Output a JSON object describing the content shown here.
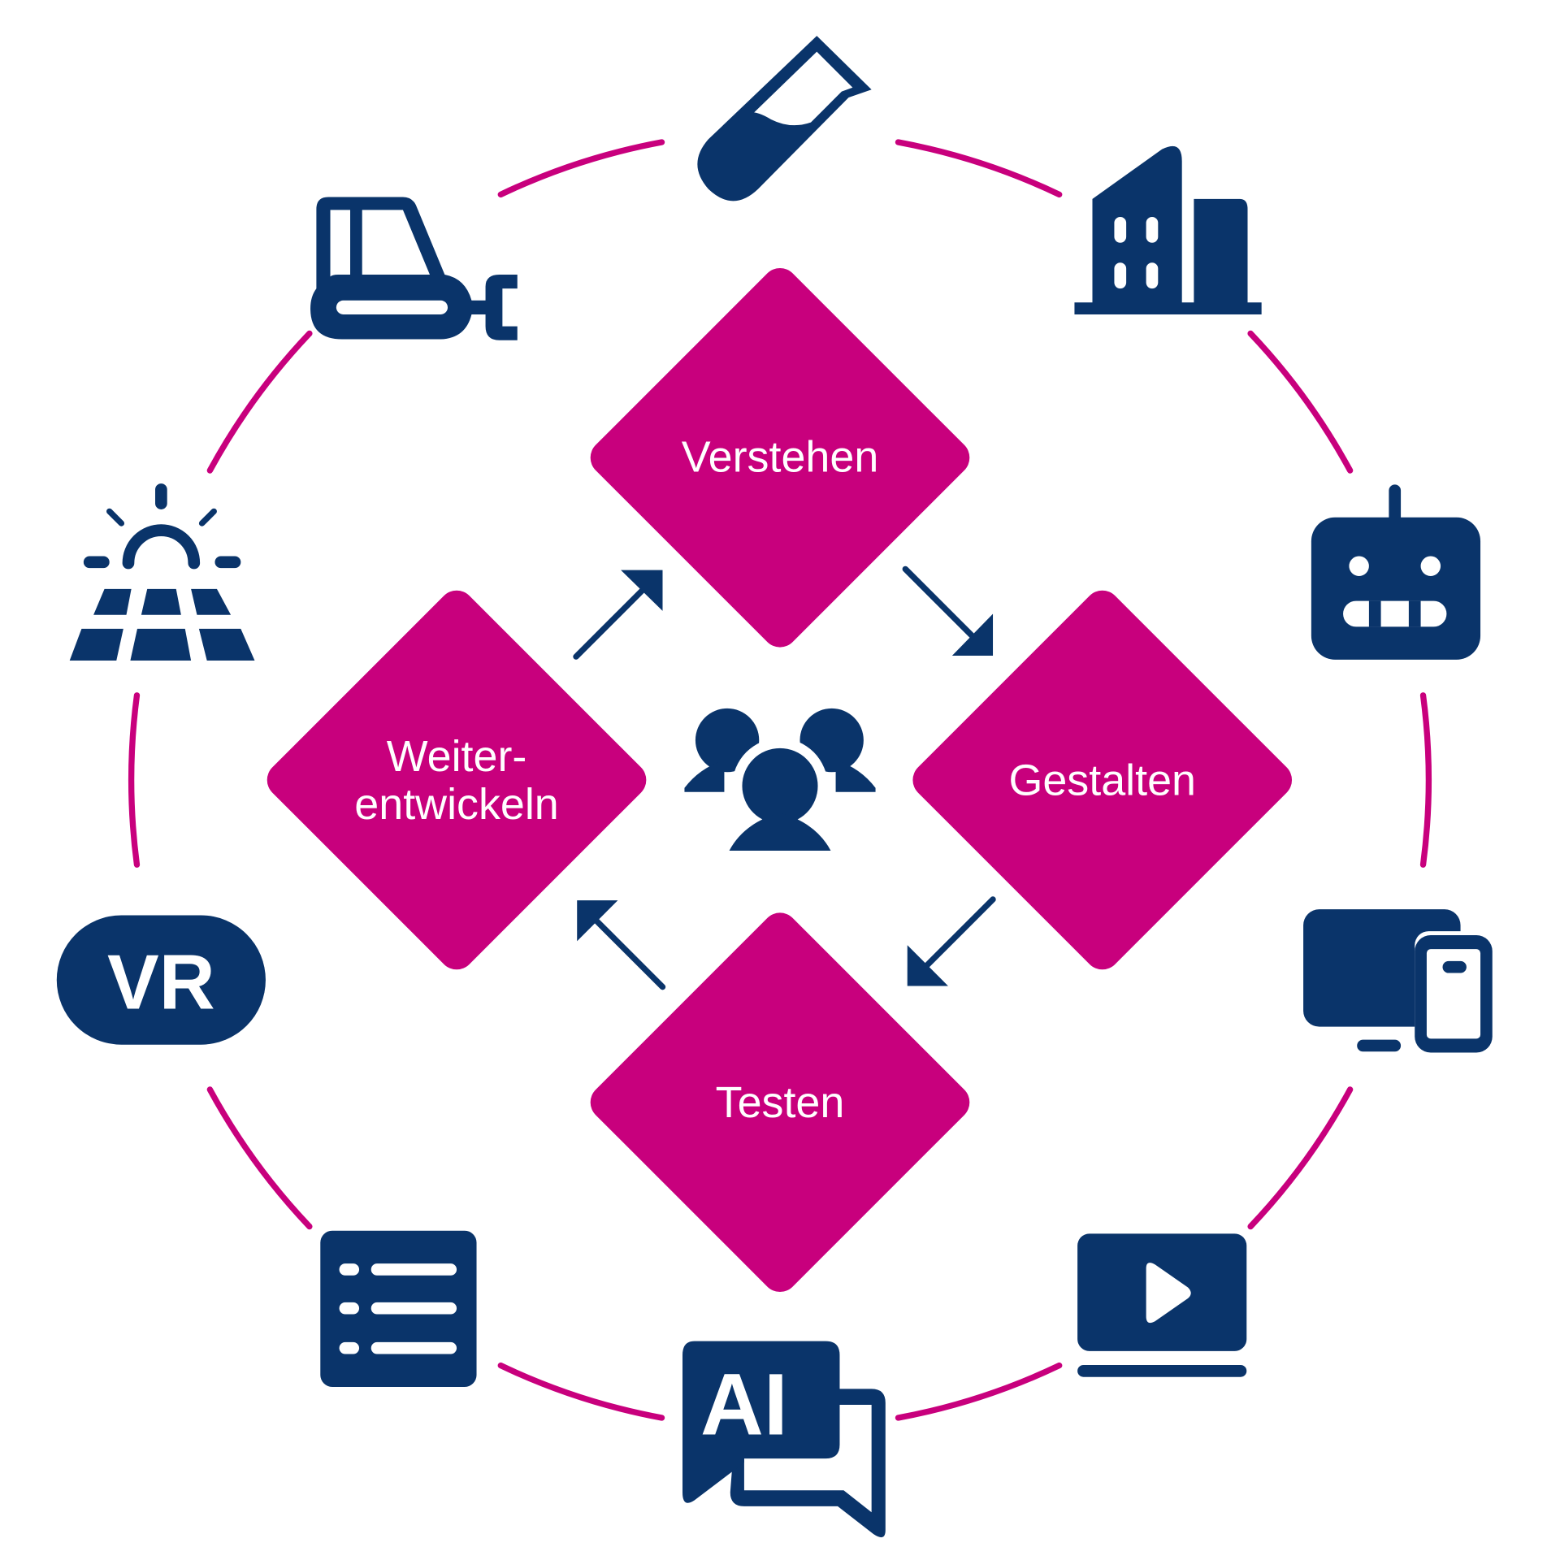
{
  "colors": {
    "accent": "#C8007D",
    "primary": "#0A346A"
  },
  "phases": [
    {
      "id": "verstehen",
      "lines": [
        "Verstehen"
      ]
    },
    {
      "id": "gestalten",
      "lines": [
        "Gestalten"
      ]
    },
    {
      "id": "testen",
      "lines": [
        "Testen"
      ]
    },
    {
      "id": "weiterentwickeln",
      "lines": [
        "Weiter-",
        "entwickeln"
      ]
    }
  ],
  "center_icon": "people-group-icon",
  "ring_icons": [
    "test-tube-icon",
    "building-icon",
    "robot-icon",
    "devices-icon",
    "video-play-icon",
    "ai-chat-icon",
    "list-icon",
    "vr-icon",
    "solar-panel-icon",
    "bulldozer-icon"
  ],
  "ring_icon_labels": {
    "ai": "AI",
    "vr": "VR"
  }
}
